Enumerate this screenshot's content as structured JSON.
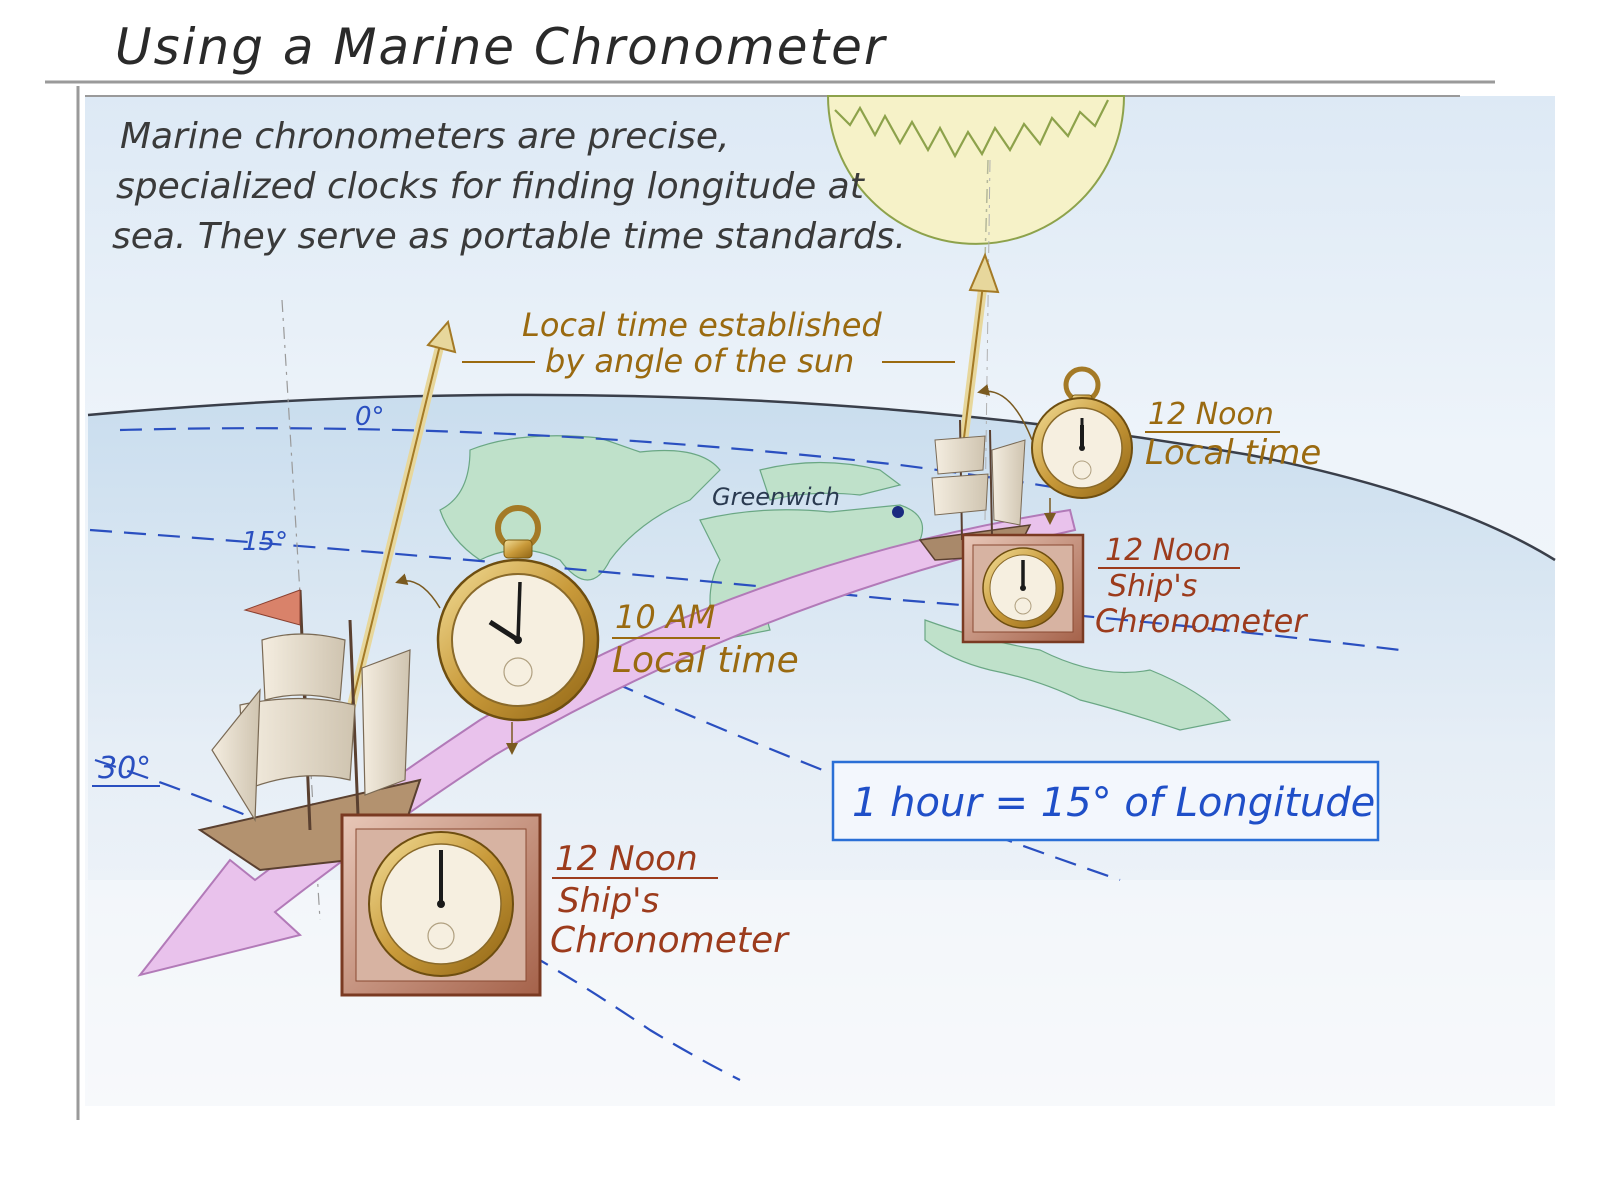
{
  "title": "Using a Marine Chronometer",
  "intro": {
    "line1": "Marine chronometers are precise,",
    "line2": "specialized clocks for finding longitude at",
    "line3": "sea. They serve as portable time standards."
  },
  "sun_label": {
    "line1": "Local time established",
    "line2": "by angle of the sun"
  },
  "meridians": {
    "m0": "0°",
    "m15": "15°",
    "m30": "30°"
  },
  "place_label": "Greenwich",
  "east_ship": {
    "local_time_line1": "12 Noon",
    "local_time_line2": "Local time",
    "chron_line1": "12 Noon",
    "chron_line2": "Ship's",
    "chron_line3": "Chronometer"
  },
  "west_ship": {
    "local_time_line1": "10 AM",
    "local_time_line2": "Local time",
    "chron_line1": "12 Noon",
    "chron_line2": "Ship's",
    "chron_line3": "Chronometer"
  },
  "rule_box": "1 hour = 15° of Longitude",
  "colors": {
    "ink": "#2a2a2a",
    "gold": "#9a6a10",
    "rust": "#9c3b1c",
    "blue": "#1f4fc8",
    "sea": "#dbe9f5",
    "land": "#b9dcc6",
    "track": "#e3b8e6",
    "sun": "#f6f2c8"
  },
  "icons": [
    "sun-icon",
    "ship-icon",
    "pocket-watch-icon",
    "chronometer-icon"
  ]
}
